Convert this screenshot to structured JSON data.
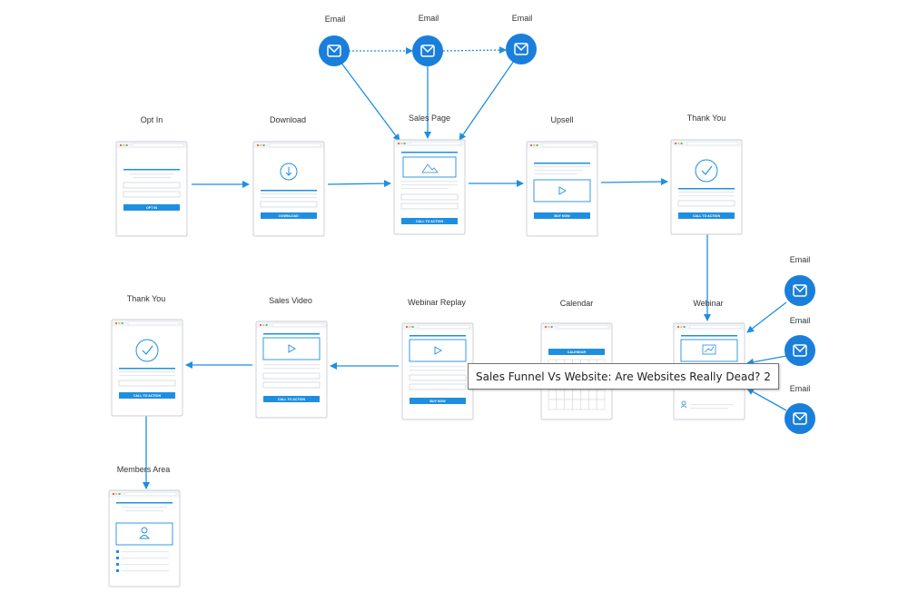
{
  "colors": {
    "accent": "#1e8fe0",
    "circle": "#1a7fdb",
    "frame": "#c9ced6",
    "line": "#b8d9f5",
    "placeholder": "#e6e9ee"
  },
  "emails": [
    {
      "id": "email-1",
      "label": "Email",
      "icon": "envelope-icon"
    },
    {
      "id": "email-2",
      "label": "Email",
      "icon": "envelope-icon"
    },
    {
      "id": "email-3",
      "label": "Email",
      "icon": "envelope-icon"
    },
    {
      "id": "email-4",
      "label": "Email",
      "icon": "envelope-icon"
    },
    {
      "id": "email-5",
      "label": "Email",
      "icon": "envelope-icon"
    },
    {
      "id": "email-6",
      "label": "Email",
      "icon": "envelope-icon"
    }
  ],
  "pages": [
    {
      "id": "opt-in",
      "label": "Opt In",
      "kind": "form",
      "button": "OPT IN"
    },
    {
      "id": "download",
      "label": "Download",
      "kind": "download",
      "button": "DOWNLOAD"
    },
    {
      "id": "sales-page",
      "label": "Sales Page",
      "kind": "image",
      "button": "CALL TO ACTION"
    },
    {
      "id": "upsell",
      "label": "Upsell",
      "kind": "video-bottom",
      "button": "BUY NOW"
    },
    {
      "id": "thank-you-1",
      "label": "Thank You",
      "kind": "check",
      "button": "CALL TO ACTION"
    },
    {
      "id": "webinar",
      "label": "Webinar",
      "kind": "webinar",
      "button": ""
    },
    {
      "id": "calendar",
      "label": "Calendar",
      "kind": "calendar",
      "button": "CALENDAR"
    },
    {
      "id": "webinar-replay",
      "label": "Webinar Replay",
      "kind": "video",
      "button": "BUY NOW"
    },
    {
      "id": "sales-video",
      "label": "Sales Video",
      "kind": "video",
      "button": "CALL TO ACTION"
    },
    {
      "id": "thank-you-2",
      "label": "Thank You",
      "kind": "check",
      "button": "CALL TO ACTION"
    },
    {
      "id": "members-area",
      "label": "Members Area",
      "kind": "members",
      "button": ""
    }
  ],
  "tooltip": "Sales Funnel Vs Website: Are Websites Really Dead? 2"
}
